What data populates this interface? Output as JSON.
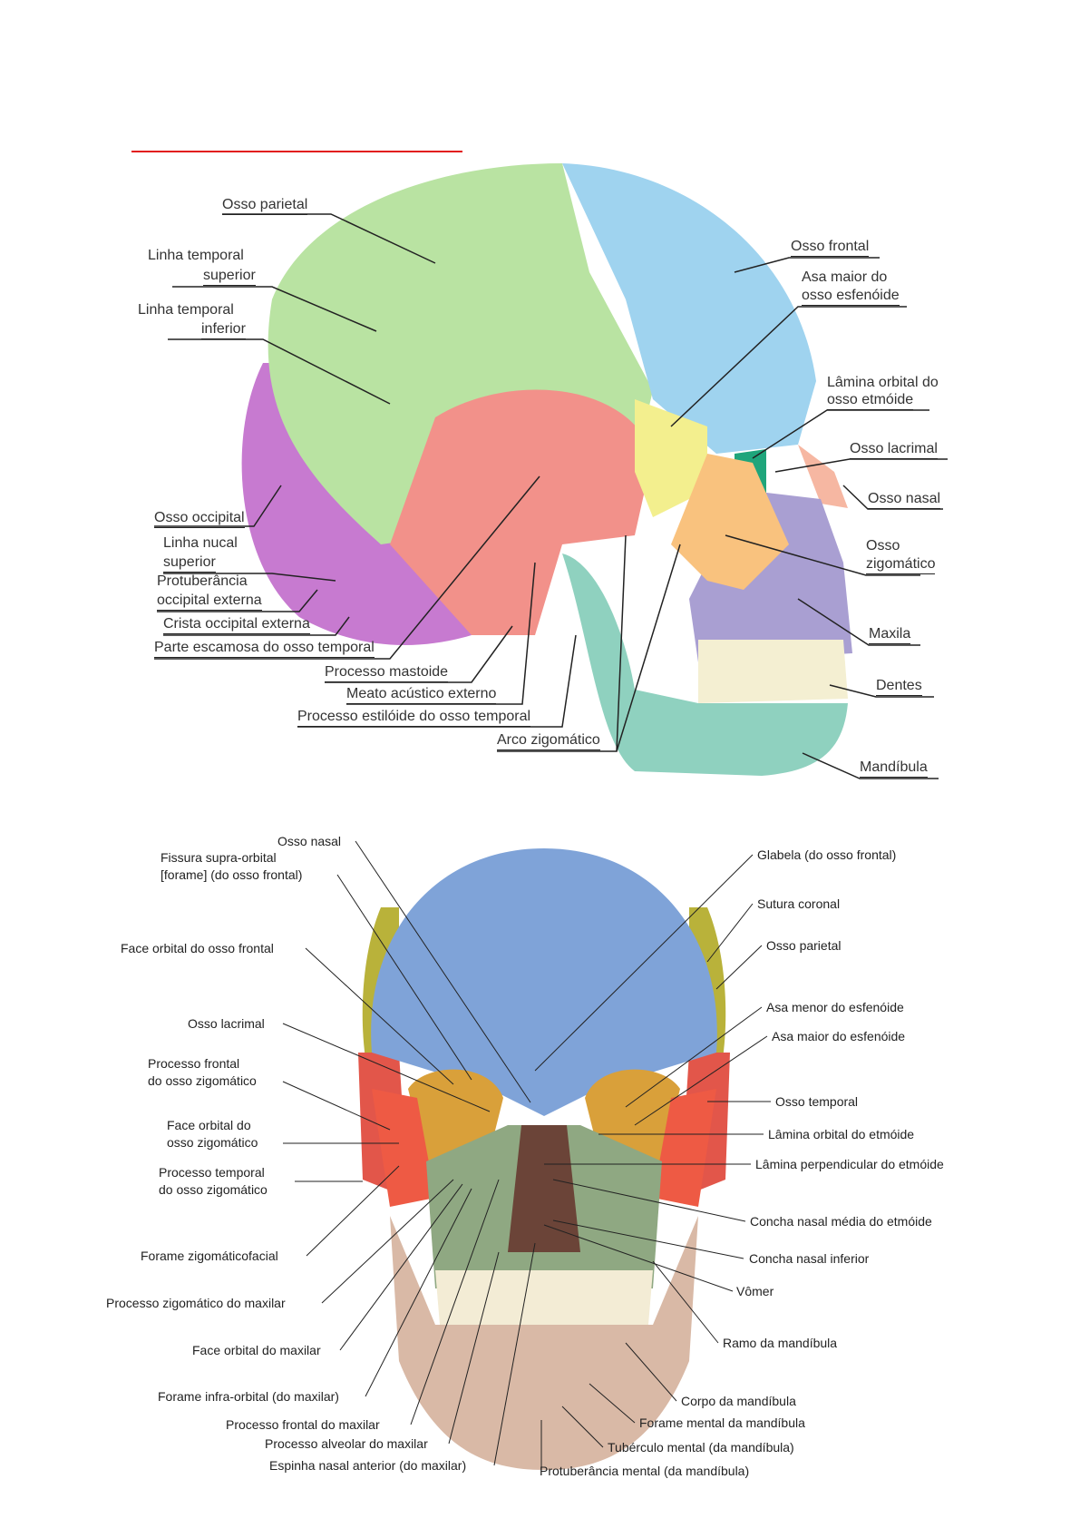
{
  "lateral_view": {
    "labels": {
      "osso_parietal": "Osso parietal",
      "linha_temporal_superior": [
        "Linha temporal",
        "superior"
      ],
      "linha_temporal_inferior": [
        "Linha temporal",
        "inferior"
      ],
      "osso_occipital": "Osso occipital",
      "linha_nucal_superior": [
        "Linha nucal",
        "superior"
      ],
      "protuberancia": [
        "Protuberância",
        "occipital externa"
      ],
      "crista": "Crista occipital externa",
      "parte_escamosa": "Parte escamosa do osso temporal",
      "processo_mastoide": "Processo mastoide",
      "meato": "Meato acústico externo",
      "estiloide": "Processo estilóide do osso temporal",
      "arco": "Arco zigomático",
      "osso_frontal": "Osso frontal",
      "asa_maior": [
        "Asa maior do",
        "osso esfenóide"
      ],
      "lamina_orbital": [
        "Lâmina orbital do",
        "osso etmóide"
      ],
      "osso_lacrimal": "Osso lacrimal",
      "osso_nasal": "Osso nasal",
      "osso_zigomatico": [
        "Osso",
        "zigomático"
      ],
      "maxila": "Maxila",
      "dentes": "Dentes",
      "mandibula": "Mandíbula"
    }
  },
  "frontal_view": {
    "left": [
      "Osso nasal",
      "Fissura supra-orbital",
      "[forame] (do osso frontal)",
      "Face orbital do osso frontal",
      "Osso lacrimal",
      "Processo frontal",
      "do osso zigomático",
      "Face orbital do",
      "osso zigomático",
      "Processo temporal",
      "do osso zigomático",
      "Forame zigomáticofacial",
      "Processo zigomático do maxilar",
      "Face orbital do maxilar",
      "Forame infra-orbital (do maxilar)",
      "Processo frontal do maxilar",
      "Processo alveolar do maxilar",
      "Espinha nasal anterior (do maxilar)"
    ],
    "right": [
      "Glabela (do osso frontal)",
      "Sutura coronal",
      "Osso parietal",
      "Asa menor do esfenóide",
      "Asa maior do esfenóide",
      "Osso temporal",
      "Lâmina orbital do etmóide",
      "Lâmina perpendicular do etmóide",
      "Concha nasal média do etmóide",
      "Concha nasal inferior",
      "Vômer",
      "Ramo da mandíbula",
      "Corpo da mandíbula",
      "Forame mental da mandíbula",
      "Tubérculo mental (da mandíbula)",
      "Protuberância mental (da mandíbula)"
    ]
  },
  "colors": {
    "accent_line": "#e21b1b",
    "parietal": "#b9e3a2",
    "frontal": "#9fd3ef",
    "occipital": "#c77ad0",
    "temporal": "#f2918a",
    "sphenoid": "#f3ef8e",
    "zygomatic": "#f9c27e",
    "maxilla": "#a99fd2",
    "mandible": "#8fd1bf",
    "frontal_bone_front": "#7fa3d8"
  }
}
